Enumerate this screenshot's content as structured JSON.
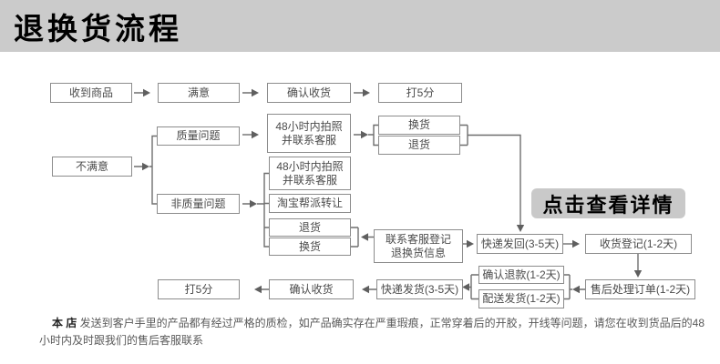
{
  "header": {
    "title": "退换货流程"
  },
  "flowchart": {
    "nodes": {
      "received": "收到商品",
      "satisfied": "满意",
      "confirm_receipt_top": "确认收货",
      "rate5_top": "打5分",
      "quality_issue": "质量问题",
      "photo48_quality": "48小时内拍照\n并联系客服",
      "exchange_quality": "换货",
      "return_quality": "退货",
      "unsatisfied": "不满意",
      "non_quality_issue": "非质量问题",
      "photo48_nonquality": "48小时内拍照\n并联系客服",
      "taobao_transfer": "淘宝帮派转让",
      "return_nonquality": "退货",
      "exchange_nonquality": "换货",
      "contact_cs": "联系客服登记\n退换货信息",
      "express_back": "快递发回(3-5天)",
      "receipt_register": "收货登记(1-2天)",
      "aftersale_order": "售后处理订单(1-2天)",
      "confirm_refund": "确认退款(1-2天)",
      "dispatch_goods": "配送发货(1-2天)",
      "express_send": "快递发货(3-5天)",
      "confirm_receipt_bottom": "确认收货",
      "rate5_bottom": "打5分"
    },
    "cta_label": "点击查看详情"
  },
  "note": {
    "bold_prefix": "本 店",
    "body": " 发送到客户手里的产品都有经过严格的质检，如产品确实存在严重瑕痕，正常穿着后的开胶，开线等问题，请您在收到货品后的48小时内及时跟我们的售后客服联系"
  },
  "colors": {
    "header_bg": "#cbcbcb",
    "box_border": "#8c8c8c",
    "connector": "#6e6e6e",
    "node_text": "#4a4a4a",
    "cta_bg": "#c9c9c9",
    "note_text": "#595959"
  }
}
